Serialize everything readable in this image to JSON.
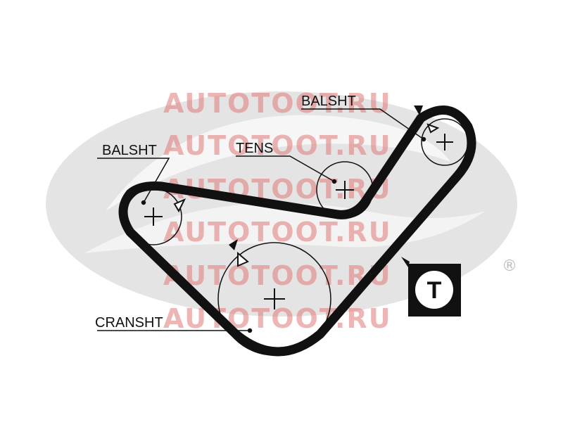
{
  "labels": {
    "balsht_top": "BALSHT",
    "tens": "TENS",
    "balsht_left": "BALSHT",
    "cranksht": "CRANSHT"
  },
  "badge": {
    "letter": "T"
  },
  "registered_mark": "®",
  "watermark": {
    "lines": [
      "AUTOTOOT.RU",
      "AUTOTOOT.RU",
      "AUTOTOOT.RU",
      "AUTOTOOT.RU",
      "AUTOTOOT.RU",
      "AUTOTOOT.RU"
    ]
  },
  "colors": {
    "belt": "#111111",
    "logo_gray": "#e2e2e2",
    "watermark": "#e07878"
  }
}
